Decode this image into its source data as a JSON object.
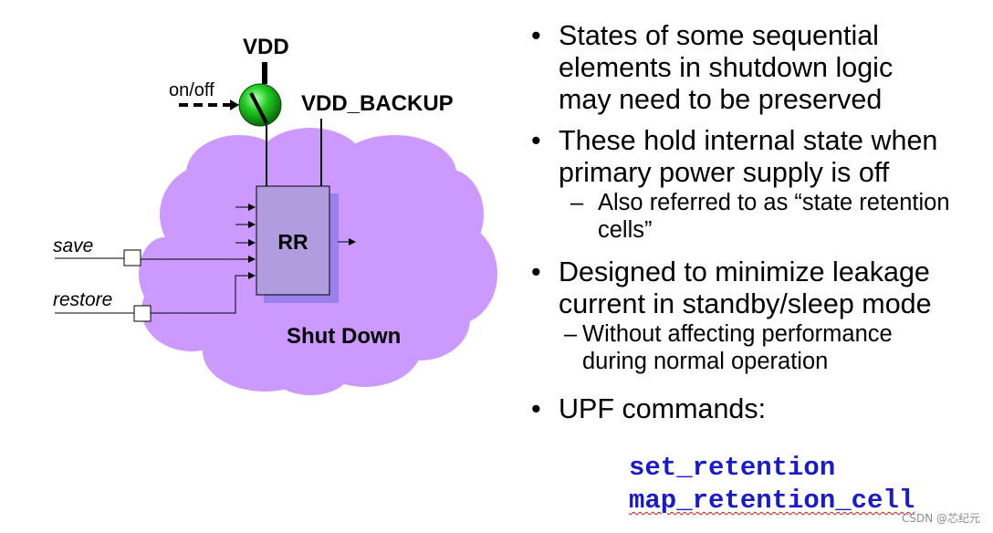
{
  "diagram": {
    "vdd_label": "VDD",
    "vdd_backup_label": "VDD_BACKUP",
    "onoff_label": "on/off",
    "save_label": "save",
    "restore_label": "restore",
    "cell_label": "RR",
    "region_label": "Shut Down",
    "colors": {
      "cloud": "#cc99ff",
      "cell_fill": "#b19ce0",
      "cell_shadow": "#9a80ea",
      "switch_green": "#22cc22"
    }
  },
  "bullets": [
    {
      "lines": [
        "States of some sequential",
        "elements in shutdown logic",
        "may need to be preserved"
      ],
      "subs": []
    },
    {
      "lines": [
        "These hold internal state when",
        "primary power supply is off"
      ],
      "subs": [
        {
          "lines": [
            "Also referred to as “state retention",
            "cells”"
          ]
        }
      ]
    },
    {
      "lines": [
        "Designed to minimize leakage",
        "current in standby/sleep mode"
      ],
      "subs": [
        {
          "lines": [
            "Without affecting performance",
            "during normal operation"
          ]
        }
      ]
    },
    {
      "lines": [
        "UPF commands:"
      ],
      "subs": []
    }
  ],
  "commands": [
    "set_retention",
    "map_retention_cell"
  ],
  "watermark": "CSDN @芯纪元"
}
